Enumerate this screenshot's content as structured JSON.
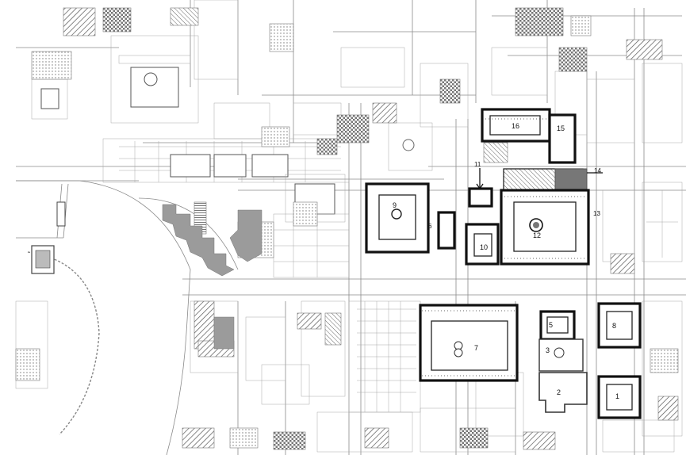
{
  "map": {
    "type": "architectural site plan",
    "monument_labels": {
      "m1": "1",
      "m2": "2",
      "m3": "3",
      "m5": "5",
      "m7": "7",
      "m8": "8",
      "m9": "9",
      "m10": "10",
      "m11": "11",
      "m12": "12",
      "m13": "13",
      "m14": "14",
      "m15": "15",
      "m16": "16"
    },
    "patterns": [
      "hatch",
      "dots",
      "crosshatch",
      "solid-grey"
    ]
  }
}
